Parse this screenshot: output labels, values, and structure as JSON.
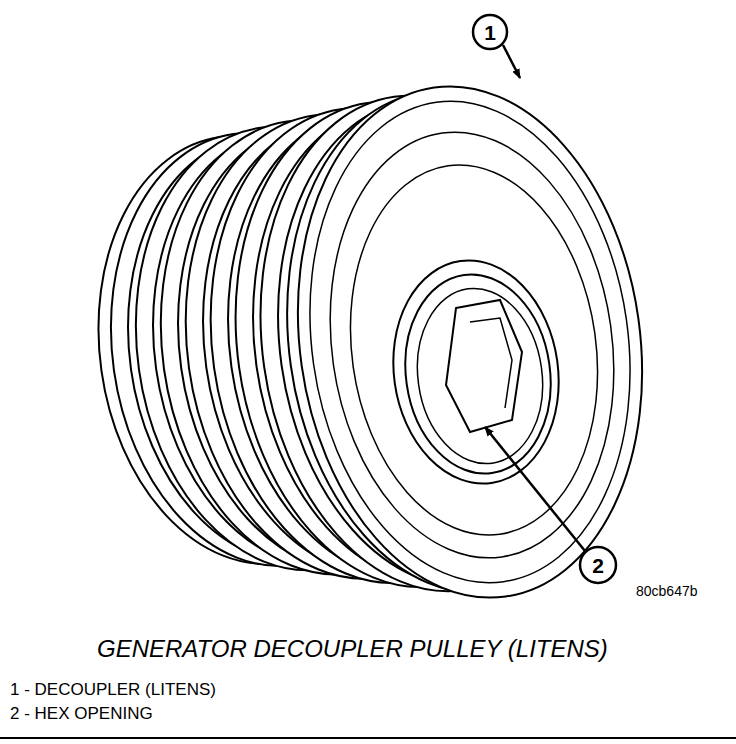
{
  "diagram": {
    "caption": "GENERATOR DECOUPLER PULLEY (LITENS)",
    "labels": [
      "1",
      "2",
      "80cb647b",
      "1 - DECOUPLER (LITENS)",
      "2 - HEX OPENING"
    ]
  }
}
